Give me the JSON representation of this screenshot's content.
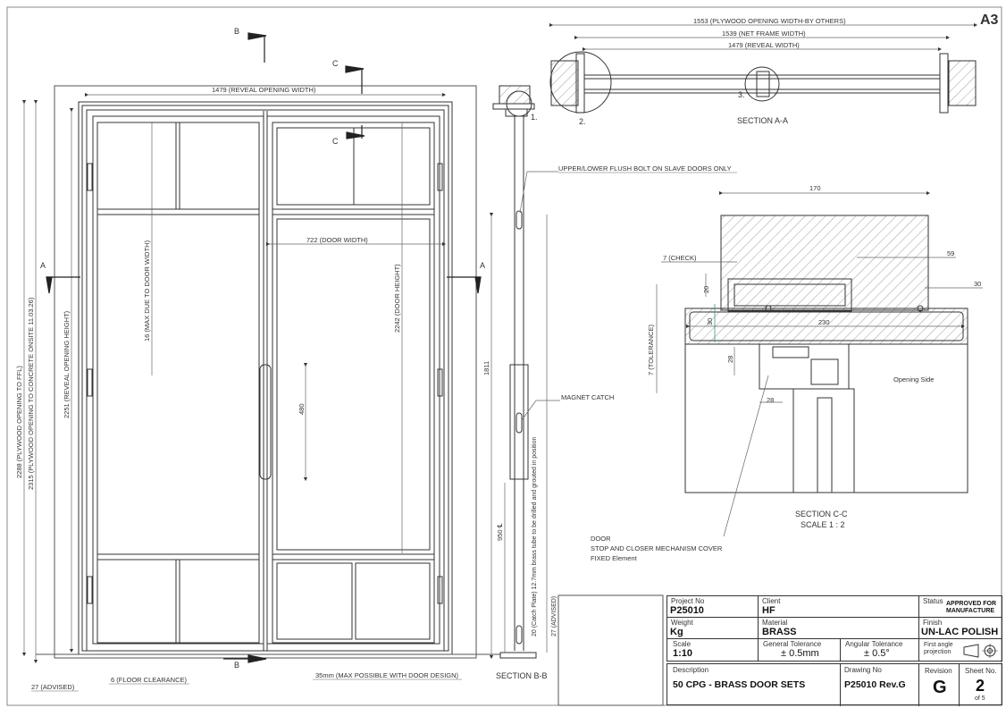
{
  "sheet": {
    "size": "A3",
    "elevation": {
      "reveal_width_label": "1479 (REVEAL OPENING WIDTH)",
      "plywood_to_ffl": "2288 (PLYWOOD OPENING TO FFL)",
      "plywood_to_concrete": "2315 (PLYWOOD OPENING TO CONCRETE ONSITE 11.03.26)",
      "reveal_height": "2251 (REVEAL OPENING HEIGHT)",
      "max_due_to_door_width": "16 (MAX DUE TO DOOR WIDTH)",
      "door_width": "722 (DOOR WIDTH)",
      "door_height": "2242 (DOOR HEIGHT)",
      "handle_480": "480",
      "advised_27": "27 (ADVISED)",
      "floor_clearance": "6 (FLOOR CLEARANCE)",
      "max_possible": "35mm (MAX POSSIBLE WITH DOOR DESIGN)",
      "cut_b": "B",
      "cut_c": "C",
      "cut_a": "A"
    },
    "section_bb": {
      "title": "SECTION B-B",
      "dim_1811": "1811",
      "dim_950": "950 ℄",
      "catch_plate_note": "20 (Catch Plate) 12.7mm brass tube to be drilled and grouted in position",
      "advised": "27 (ADVISED)",
      "flush_bolt_note": "UPPER/LOWER FLUSH BOLT ON SLAVE DOORS ONLY",
      "magnet_catch": "MAGNET CATCH",
      "callout_1": "1."
    },
    "section_aa": {
      "title": "SECTION A-A",
      "dim_1553": "1553 (PLYWOOD OPENING WIDTH-BY OTHERS)",
      "dim_1539": "1539 (NET FRAME WIDTH)",
      "dim_1479": "1479 (REVEAL WIDTH)",
      "callout_2": "2.",
      "callout_3": "3."
    },
    "section_cc": {
      "title": "SECTION C-C",
      "scale": "SCALE 1 : 2",
      "dim_170": "170",
      "dim_59": "59",
      "dim_30": "30",
      "dim_7_check": "7 (CHECK)",
      "dim_20": "20",
      "dim_30b": "30",
      "dim_230": "230",
      "dim_28a": "28",
      "dim_28b": "28",
      "tolerance": "7 (TOLERANCE)",
      "opening_side": "Opening Side",
      "legend": [
        "DOOR",
        "STOP AND CLOSER MECHANISM COVER",
        "FIXED Element"
      ]
    }
  },
  "title_block": {
    "project_no_label": "Project No",
    "project_no": "P25010",
    "client_label": "Client",
    "client": "HF",
    "status_label": "Status",
    "status": "APPROVED FOR MANUFACTURE",
    "weight_label": "Weight",
    "weight": "Kg",
    "material_label": "Material",
    "material": "BRASS",
    "finish_label": "Finish",
    "finish": "UN-LAC POLISH",
    "scale_label": "Scale",
    "scale": "1:10",
    "gen_tol_label": "General Tolerance",
    "gen_tol": "± 0.5mm",
    "ang_tol_label": "Angular Tolerance",
    "ang_tol": "± 0.5°",
    "projection": "First angle projection",
    "description_label": "Description",
    "description": "50 CPG - BRASS DOOR SETS",
    "drawing_no_label": "Drawing No",
    "drawing_no": "P25010 Rev.G",
    "revision_label": "Revision",
    "revision": "G",
    "sheet_no_label": "Sheet No.",
    "sheet_no": "2",
    "sheet_of": "of 5"
  }
}
